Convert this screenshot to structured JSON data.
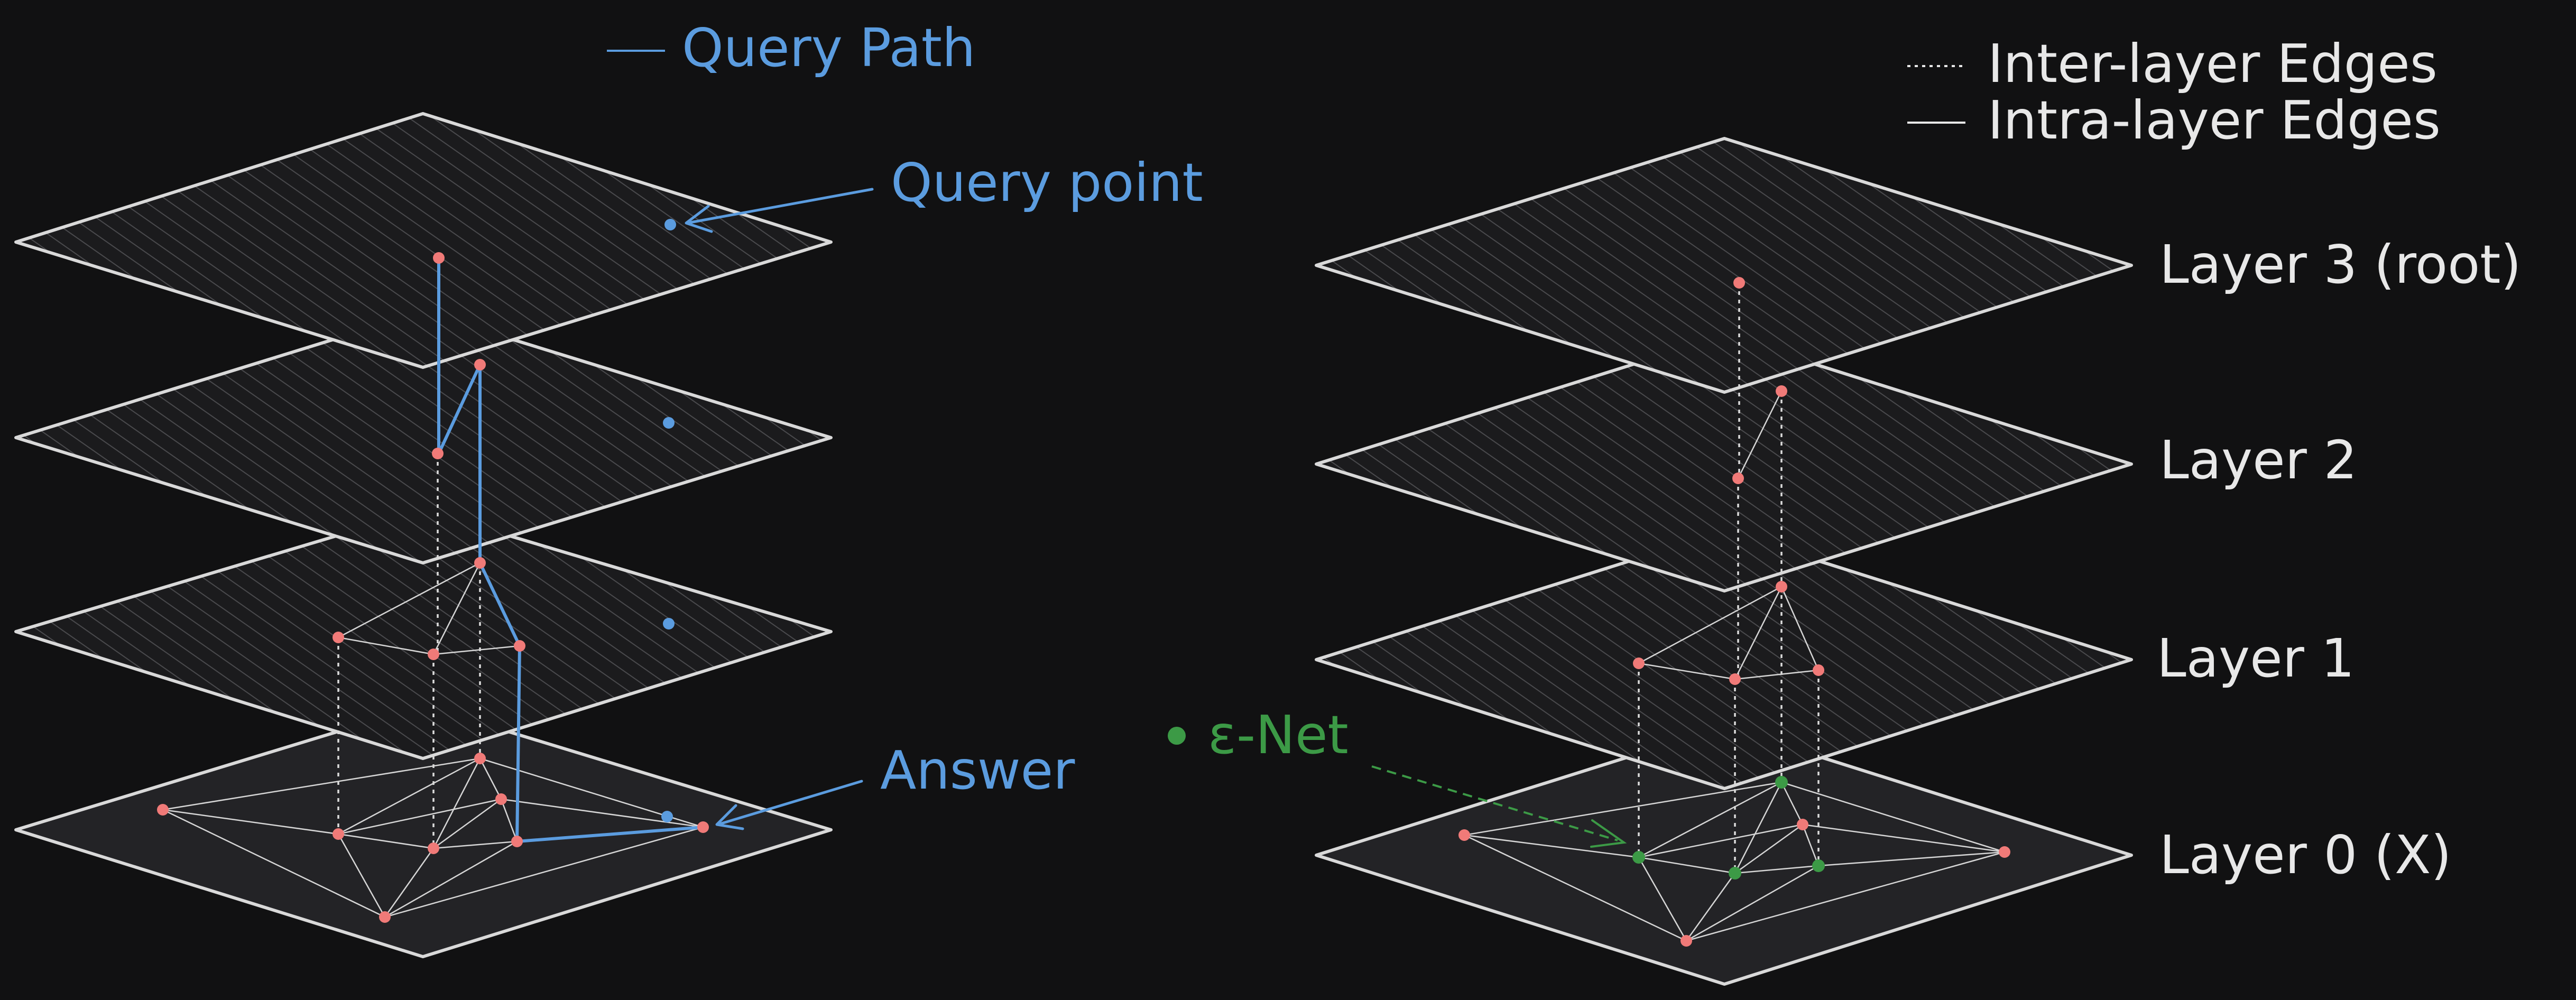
{
  "legend": {
    "query_path": "Query Path",
    "inter_layer": "Inter-layer Edges",
    "intra_layer": "Intra-layer Edges"
  },
  "annotations": {
    "query_point": "Query point",
    "answer": "Answer",
    "epsilon_net": "ε-Net"
  },
  "layers": [
    {
      "label": "Layer 3 (root)"
    },
    {
      "label": "Layer 2"
    },
    {
      "label": "Layer 1"
    },
    {
      "label": "Layer 0 (X)"
    }
  ],
  "colors": {
    "background": "#111112",
    "node": "#f07a78",
    "query": "#5b9cdf",
    "epsilon_net": "#3c9a46",
    "edge": "#d6d6d6"
  }
}
